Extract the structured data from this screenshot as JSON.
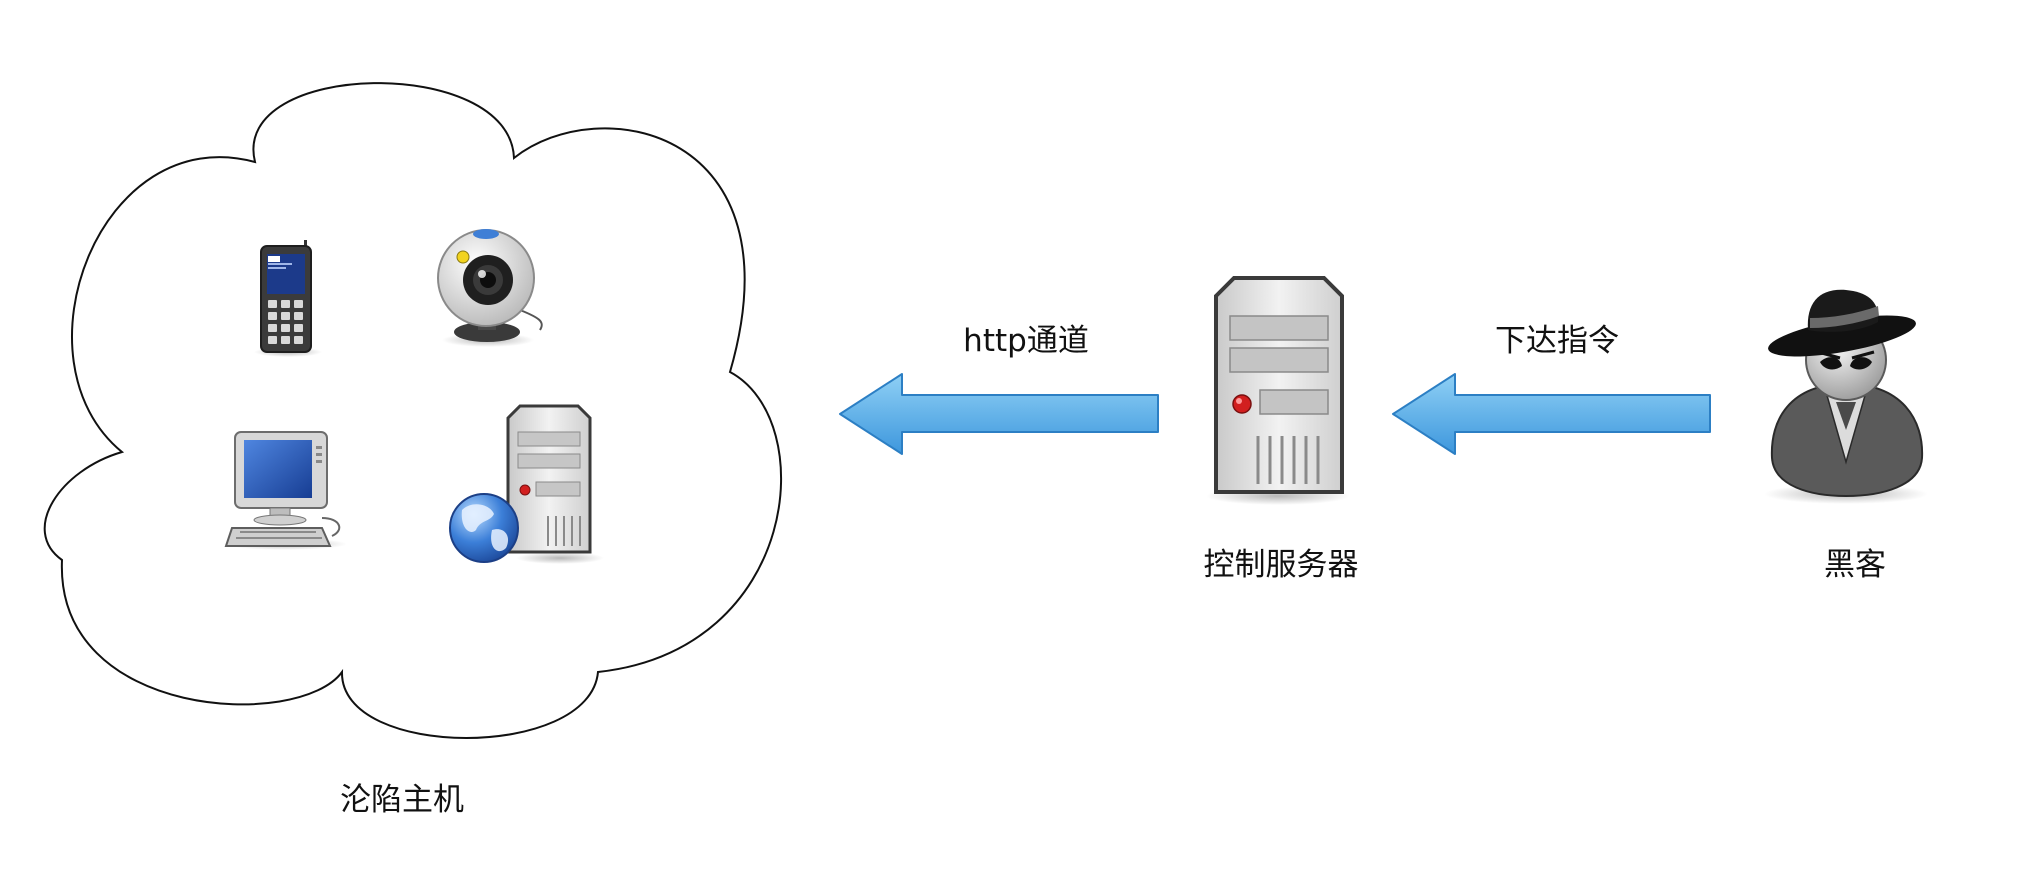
{
  "labels": {
    "compromised_hosts": "沦陷主机",
    "http_channel": "http通道",
    "issue_command": "下达指令",
    "c2_server": "控制服务器",
    "hacker": "黑客"
  },
  "nodes": [
    {
      "id": "compromised-hosts",
      "kind": "cloud-group",
      "members": [
        "mobile-phone-icon",
        "webcam-icon",
        "desktop-computer-icon",
        "web-server-icon"
      ]
    },
    {
      "id": "c2-server",
      "kind": "server",
      "icon": "server-tower-icon"
    },
    {
      "id": "hacker",
      "kind": "actor",
      "icon": "spy-hacker-icon"
    }
  ],
  "edges": [
    {
      "from": "hacker",
      "to": "c2-server",
      "label_key": "issue_command",
      "direction": "left"
    },
    {
      "from": "c2-server",
      "to": "compromised-hosts",
      "label_key": "http_channel",
      "direction": "left"
    }
  ],
  "colors": {
    "arrow_fill_light": "#7cc3f0",
    "arrow_fill_dark": "#3f9be0",
    "arrow_stroke": "#2c7fc4",
    "cloud_stroke": "#111111",
    "server_body": "#e6e6e6",
    "server_frame": "#3a3a3a",
    "led_red": "#d21f1f",
    "phone_screen": "#1c3a8a",
    "monitor_screen": "#2c5fc4",
    "globe_blue": "#2f6fd0"
  }
}
